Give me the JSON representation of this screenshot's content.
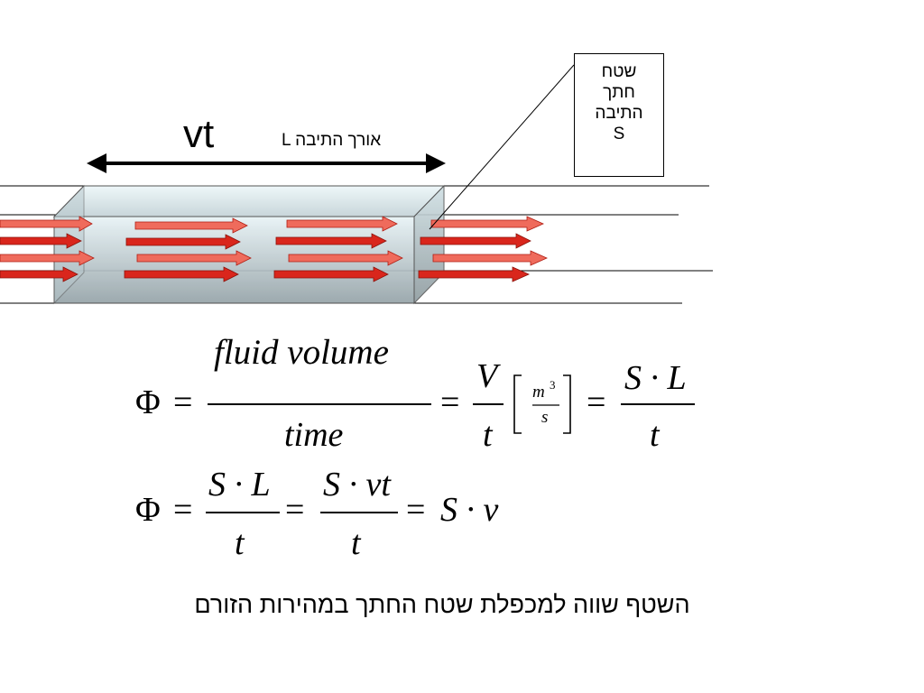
{
  "labels": {
    "vt": "vt",
    "length": "L אורך התיבה",
    "cross_section_lines": [
      "שטח",
      "חתך",
      "התיבה",
      "S"
    ]
  },
  "equation1": {
    "phi": "Φ",
    "eq": "=",
    "num1": "fluid   volume",
    "den1": "time",
    "num2": "V",
    "den2": "t",
    "unit_num": "m",
    "unit_exp": "3",
    "unit_den": "s",
    "num3": "S · L",
    "den3": "t"
  },
  "equation2": {
    "phi": "Φ",
    "eq": "=",
    "num1": "S · L",
    "den1": "t",
    "num2": "S · vt",
    "den2": "t",
    "result": "S · v"
  },
  "caption": "השטף שווה למכפלת שטח החתך במהירות הזורם",
  "colors": {
    "arrow_red": "#d9261c",
    "arrow_light": "#f07060",
    "box_top": "#dfeef2",
    "box_bottom": "#9aa8ad"
  }
}
